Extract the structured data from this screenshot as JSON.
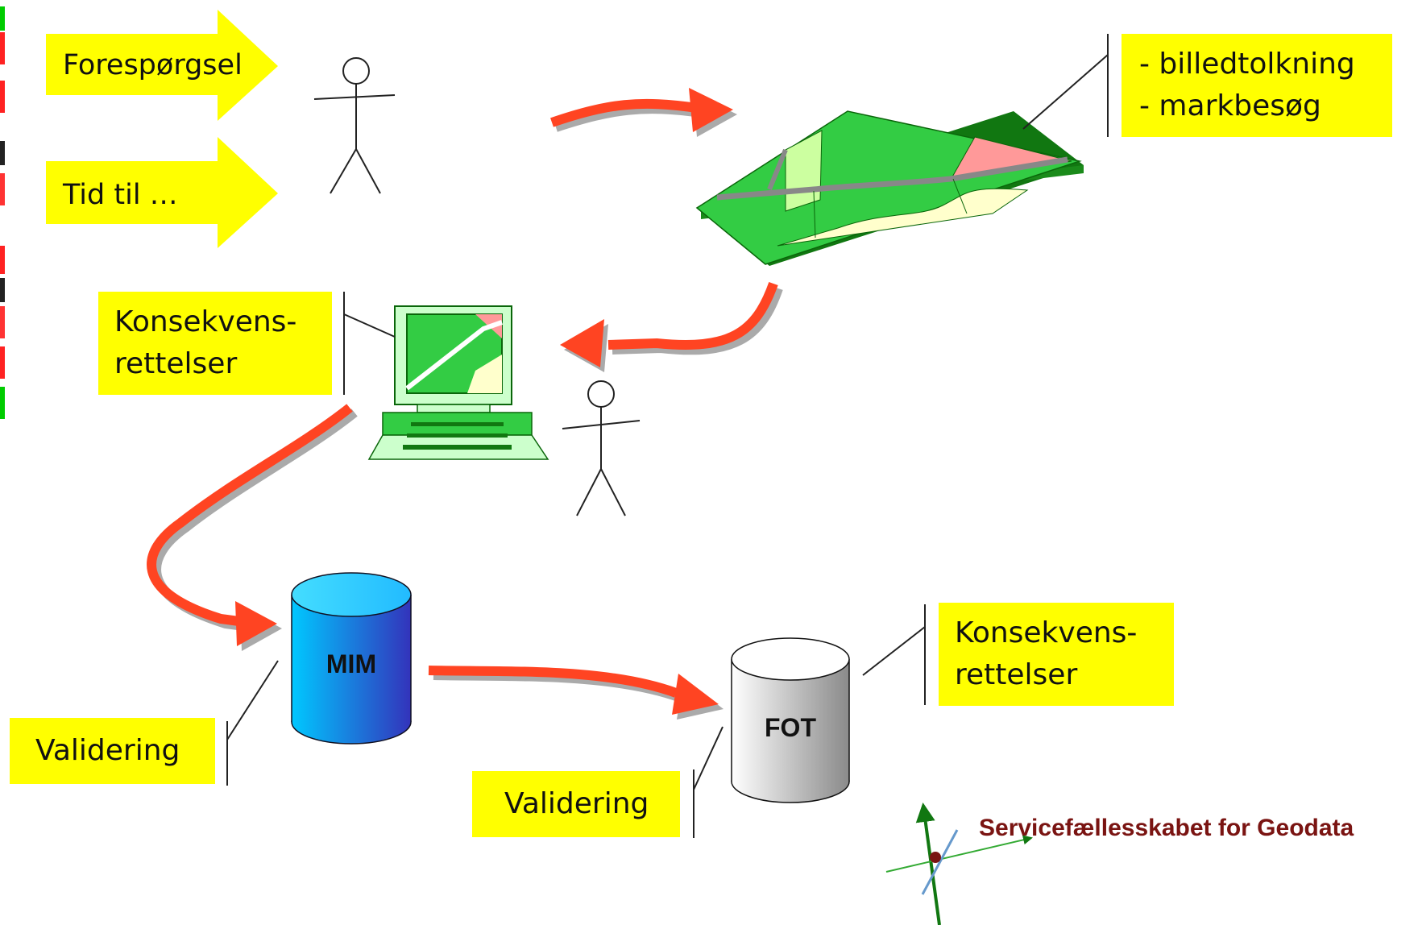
{
  "inputs": {
    "request": "Forespørgsel",
    "time": "Tid til …"
  },
  "field_methods": {
    "photo_interpretation": "- billedtolkning",
    "field_visit": "- markbesøg"
  },
  "workstation_note": {
    "line1": "Konsekvens-",
    "line2": "rettelser"
  },
  "databases": {
    "mim": "MIM",
    "fot": "FOT"
  },
  "fot_note": {
    "line1": "Konsekvens-",
    "line2": "rettelser"
  },
  "validation": {
    "mim": "Validering",
    "fot": "Validering"
  },
  "logo": {
    "text": "Servicefællesskabet for Geodata"
  },
  "colors": {
    "label_fill": "#ffff00",
    "arrow": "#ff4422",
    "field_green": "#33cc44",
    "mim_blue": "#22aaee",
    "logo_red": "#7a1412"
  }
}
